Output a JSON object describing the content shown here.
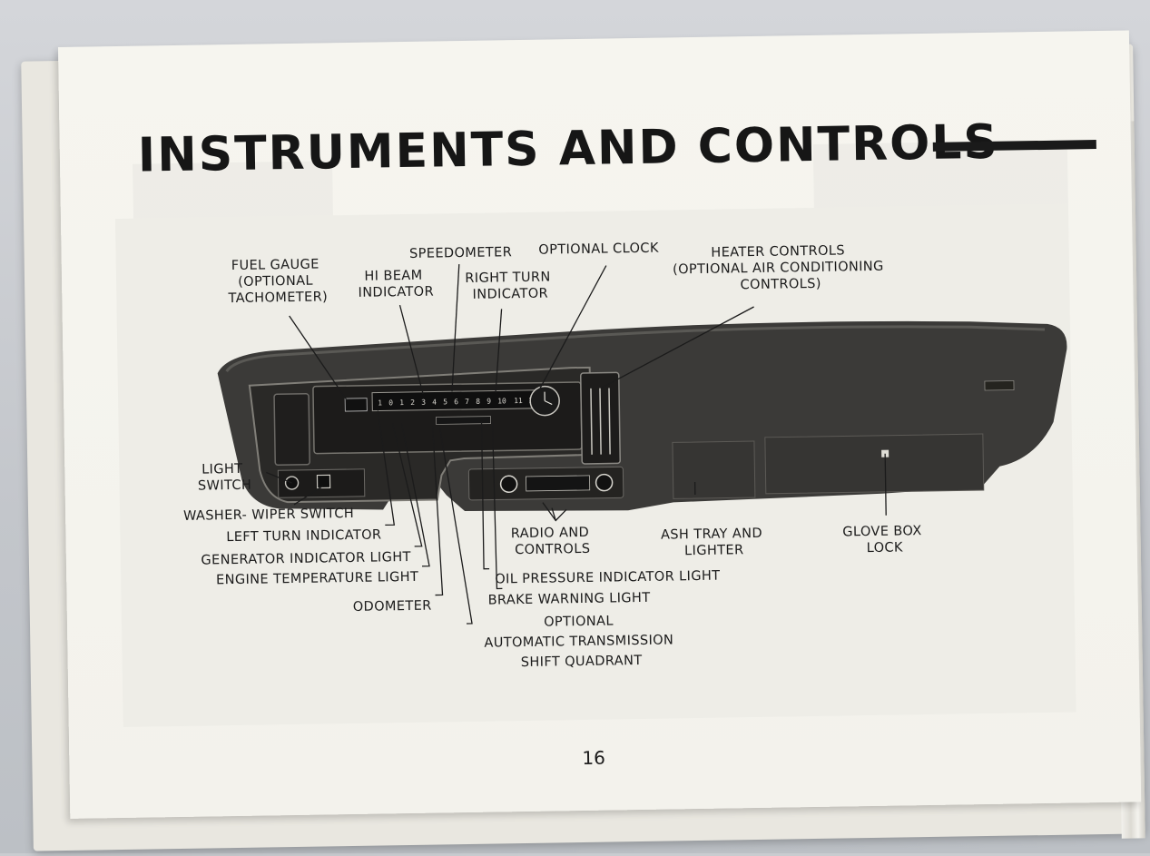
{
  "page": {
    "title": "INSTRUMENTS AND CONTROLS",
    "page_number": "16"
  },
  "diagram": {
    "labels": {
      "fuel_gauge": [
        "FUEL GAUGE",
        "(OPTIONAL",
        "TACHOMETER)"
      ],
      "hi_beam": [
        "HI BEAM",
        "INDICATOR"
      ],
      "speedometer": [
        "SPEEDOMETER"
      ],
      "right_turn": [
        "RIGHT TURN",
        "INDICATOR"
      ],
      "optional_clock": [
        "OPTIONAL CLOCK"
      ],
      "heater_controls": [
        "HEATER CONTROLS",
        "(OPTIONAL AIR CONDITIONING",
        "CONTROLS)"
      ],
      "light_switch": [
        "LIGHT",
        "SWITCH"
      ],
      "washer_wiper": [
        "WASHER- WIPER SWITCH"
      ],
      "left_turn": [
        "LEFT TURN INDICATOR"
      ],
      "generator": [
        "GENERATOR INDICATOR LIGHT"
      ],
      "engine_temp": [
        "ENGINE TEMPERATURE LIGHT"
      ],
      "odometer": [
        "ODOMETER"
      ],
      "radio": [
        "RADIO AND",
        "CONTROLS"
      ],
      "oil_pressure": [
        "OIL PRESSURE INDICATOR LIGHT"
      ],
      "brake_warning": [
        "BRAKE WARNING LIGHT"
      ],
      "transmission": [
        "OPTIONAL",
        "AUTOMATIC TRANSMISSION",
        "SHIFT QUADRANT"
      ],
      "ash_tray": [
        "ASH TRAY AND",
        "LIGHTER"
      ],
      "glove_box": [
        "GLOVE BOX",
        "LOCK"
      ]
    }
  },
  "colors": {
    "paper": "#f4f3ed",
    "ink": "#1b1b1b",
    "dash_body": "#3a3937"
  }
}
